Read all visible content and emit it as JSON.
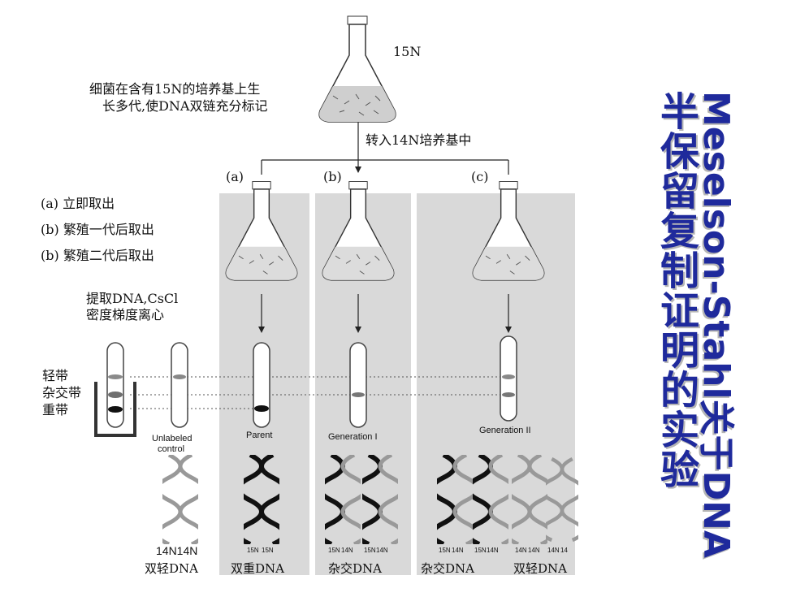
{
  "flask_top_label": "15N",
  "intro_line1": "细菌在含有15N的培养基上生",
  "intro_line2": "长多代,使DNA双链充分标记",
  "transfer_label": "转入14N培养基中",
  "stages": [
    {
      "tag": "(a)",
      "tube_label": "Parent"
    },
    {
      "tag": "(b)",
      "tube_label": "Generation I"
    },
    {
      "tag": "(c)",
      "tube_label": "Generation II"
    }
  ],
  "steps": [
    "(a) 立即取出",
    "(b) 繁殖一代后取出",
    "(b) 繁殖二代后取出"
  ],
  "extract_line1": "提取DNA,CsCl",
  "extract_line2": "密度梯度离心",
  "band_labels": [
    "轻带",
    "杂交带",
    "重带"
  ],
  "control_label_1": "Unlabeled",
  "control_label_2": "control",
  "control_helix_label": "14N14N",
  "helix_sublabels": {
    "parent": [
      "15N",
      "15N"
    ],
    "gen1": [
      "15N",
      "14N",
      "15N",
      "14N"
    ],
    "gen2": [
      "15N",
      "14N",
      "15N",
      "14N",
      "14N",
      "14N",
      "14N",
      "14"
    ]
  },
  "dna_labels": [
    "双轻DNA",
    "双重DNA",
    "杂交DNA",
    "杂交DNA",
    "双轻DNA"
  ],
  "title_part1": "Meselson-Stahl关于DNA",
  "title_part2": "半保留复制证明的实验",
  "colors": {
    "title": "#1f2a9c",
    "band_bg": "#d9d9d9"
  }
}
